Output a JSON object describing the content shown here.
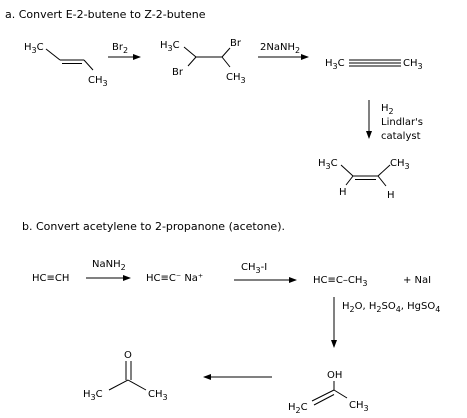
{
  "part_a": {
    "heading": "a.  Convert E-2-butene to Z-2-butene",
    "e_butene": {
      "left": "H3C",
      "right": "CH3"
    },
    "step1_reagent": "Br2",
    "dibromide": {
      "h3c": "H3C",
      "br_top": "Br",
      "br_bottom": "Br",
      "ch3": "CH3"
    },
    "step2_reagent": "2NaNH2",
    "butyne": {
      "left": "H3C",
      "right": "CH3"
    },
    "step3_reagent": [
      "H2",
      "Lindlar's",
      "catalyst"
    ],
    "z_butene": {
      "left": "H3C",
      "right": "CH3",
      "h_left": "H",
      "h_right": "H"
    }
  },
  "part_b": {
    "heading": "b.  Convert acetylene to 2-propanone (acetone).",
    "acetylene": "HC≡CH",
    "step1_reagent": "NaNH2",
    "acetylide": "HC≡C⁻  Na⁺",
    "step2_reagent": "CH3-I",
    "propyne": "HC≡C–CH3",
    "byproduct": "+ NaI",
    "step3_reagent": "H2O, H2SO4, HgSO4",
    "enol": {
      "oh": "OH",
      "left": "H2C",
      "right": "CH3"
    },
    "acetone": {
      "o": "O",
      "left": "H3C",
      "right": "CH3"
    }
  }
}
